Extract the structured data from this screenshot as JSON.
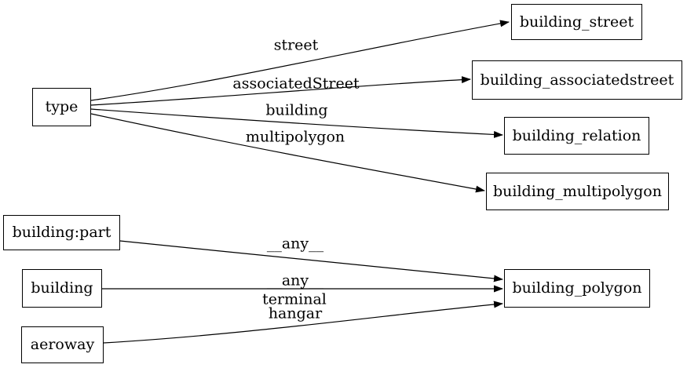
{
  "diagram": {
    "colors": {
      "background": "#ffffff",
      "stroke": "#000000",
      "text": "#000000"
    },
    "nodes": [
      {
        "id": "type",
        "label": "type"
      },
      {
        "id": "building_street",
        "label": "building_street"
      },
      {
        "id": "building_associatedstreet",
        "label": "building_associatedstreet"
      },
      {
        "id": "building_relation",
        "label": "building_relation"
      },
      {
        "id": "building_multipolygon",
        "label": "building_multipolygon"
      },
      {
        "id": "building:part",
        "label": "building:part"
      },
      {
        "id": "building",
        "label": "building"
      },
      {
        "id": "aeroway",
        "label": "aeroway"
      },
      {
        "id": "building_polygon",
        "label": "building_polygon"
      }
    ],
    "edges": [
      {
        "from": "type",
        "to": "building_street",
        "label": "street"
      },
      {
        "from": "type",
        "to": "building_associatedstreet",
        "label": "associatedStreet"
      },
      {
        "from": "type",
        "to": "building_relation",
        "label": "building"
      },
      {
        "from": "type",
        "to": "building_multipolygon",
        "label": "multipolygon"
      },
      {
        "from": "building:part",
        "to": "building_polygon",
        "label": "__any__"
      },
      {
        "from": "building",
        "to": "building_polygon",
        "label": "__any__"
      },
      {
        "from": "aeroway",
        "to": "building_polygon",
        "label": "terminal\nhangar",
        "label_lines": [
          "terminal",
          "hangar"
        ]
      }
    ]
  }
}
